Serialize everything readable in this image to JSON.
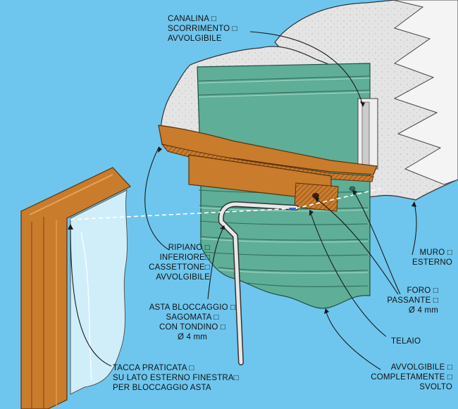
{
  "labels": {
    "canalina": [
      "CANALINA □",
      "SCORRIMENTO □",
      "AVVOLGIBILE"
    ],
    "ripiano": [
      "RIPIANO □",
      "INFERIORE□",
      "CASSETTONE□",
      "AVVOLGIBILE"
    ],
    "asta": [
      "ASTA BLOCCAGGIO □",
      "SAGOMATA □",
      "CON TONDINO □",
      "Ø 4 mm"
    ],
    "tacca": [
      "TACCA  PRATICATA □",
      "SU LATO ESTERNO FINESTRA□",
      "PER BLOCCAGGIO ASTA"
    ],
    "muro": [
      "MURO □",
      "ESTERNO"
    ],
    "foro": [
      "FORO □",
      "PASSANTE □",
      "Ø 4 mm"
    ],
    "telaio": [
      "TELAIO"
    ],
    "avvolgibile": [
      "AVVOLGIBILE □",
      "COMPLETAMENTE □",
      "SVOLTO"
    ]
  },
  "colors": {
    "background": "#6ec6ee",
    "wall": "#e6e6e6",
    "shutter": "#5fae97",
    "wood": "#c97c2c",
    "glass": "#cfeefa"
  }
}
